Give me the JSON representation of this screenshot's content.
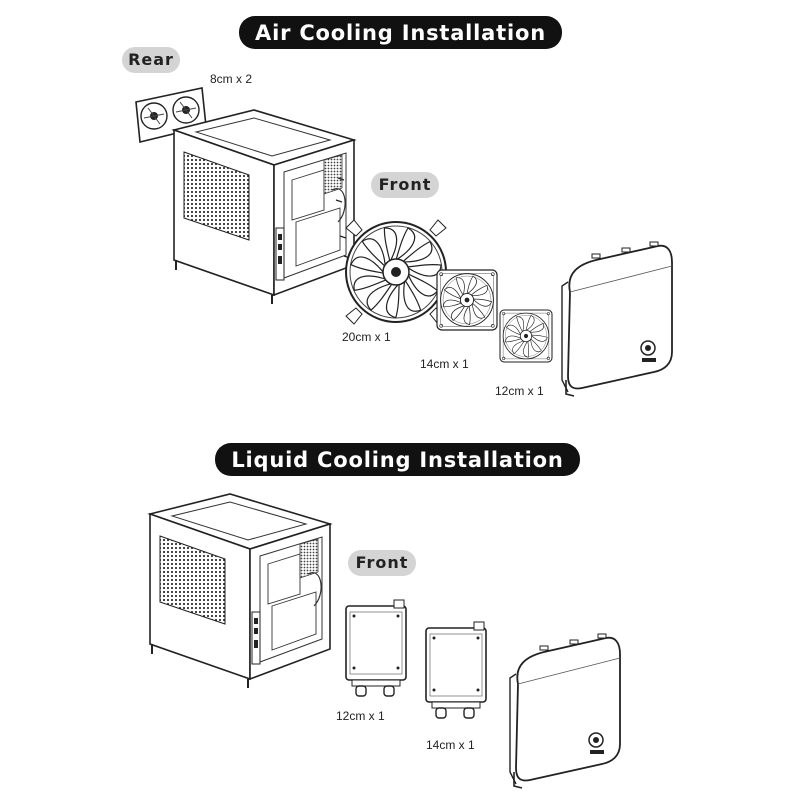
{
  "air": {
    "title": "Air Cooling Installation",
    "rear_label": "Rear",
    "front_label": "Front",
    "captions": {
      "rear_fans": "8cm x 2",
      "fan_20": "20cm x 1",
      "fan_14": "14cm x 1",
      "fan_12": "12cm x 1"
    }
  },
  "liquid": {
    "title": "Liquid Cooling Installation",
    "front_label": "Front",
    "captions": {
      "rad_12": "12cm x 1",
      "rad_14": "14cm x 1"
    }
  },
  "colors": {
    "pill_background": "#111111",
    "tag_background": "#d4d4d4",
    "line_art": "#222222"
  },
  "icons": [
    "pc-case-illustration",
    "fan-icon",
    "radiator-icon",
    "front-panel-illustration"
  ]
}
